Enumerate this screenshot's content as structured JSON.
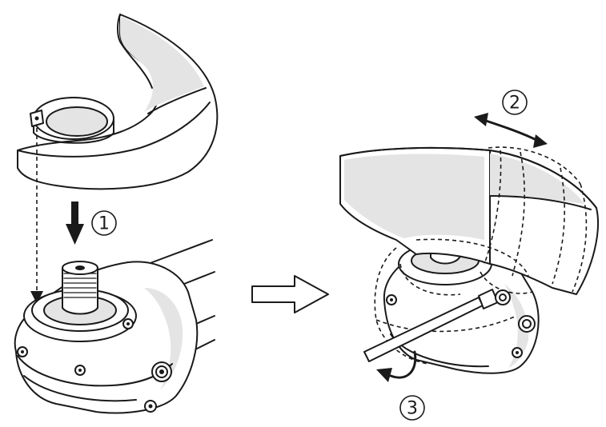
{
  "steps": {
    "step1": "1",
    "step2": "2",
    "step3": "3"
  },
  "colors": {
    "line": "#1a1a1a",
    "background": "#ffffff",
    "shade": "#e4e4e4"
  },
  "icons": {
    "down_arrow": "down-arrow-icon",
    "double_arrow": "double-arrow-icon",
    "curved_arrow": "curved-arrow-icon",
    "transition_arrow": "hollow-right-arrow-icon"
  }
}
